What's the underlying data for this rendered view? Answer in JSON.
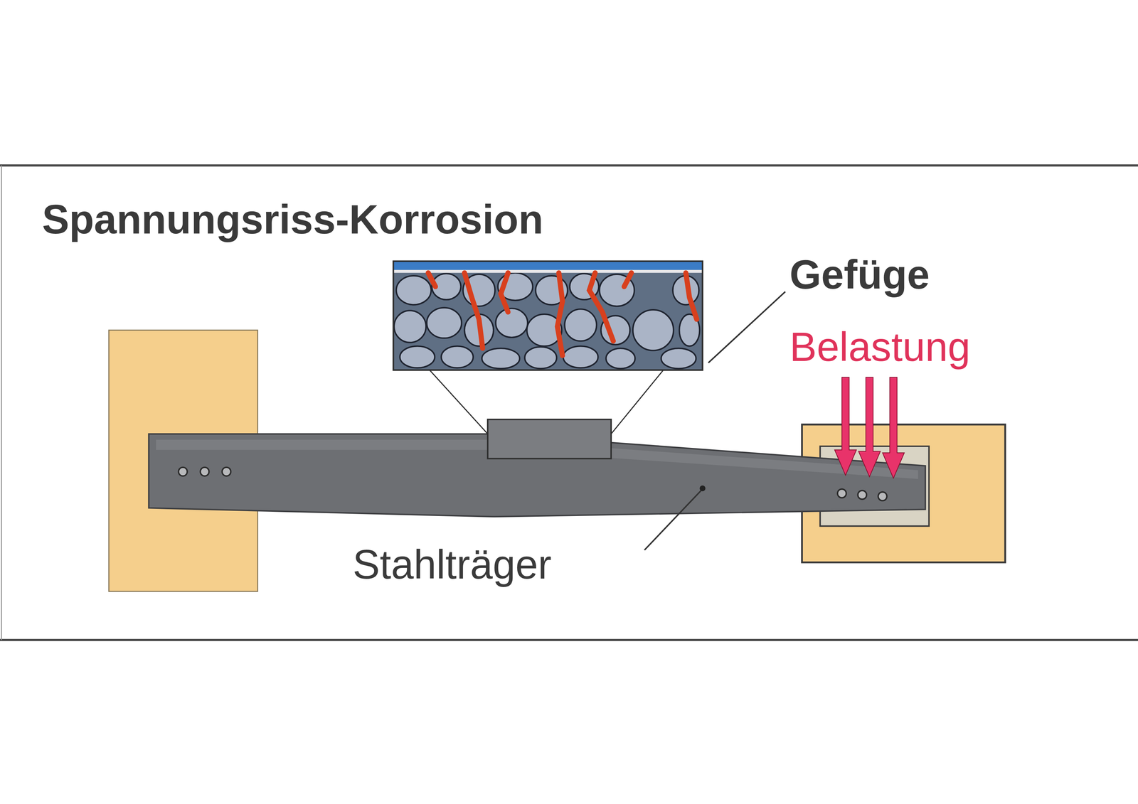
{
  "diagram": {
    "title": "Spannungsriss-Korrosion",
    "labels": [
      "Gefüge",
      "Belastung",
      "Stahlträger"
    ]
  }
}
